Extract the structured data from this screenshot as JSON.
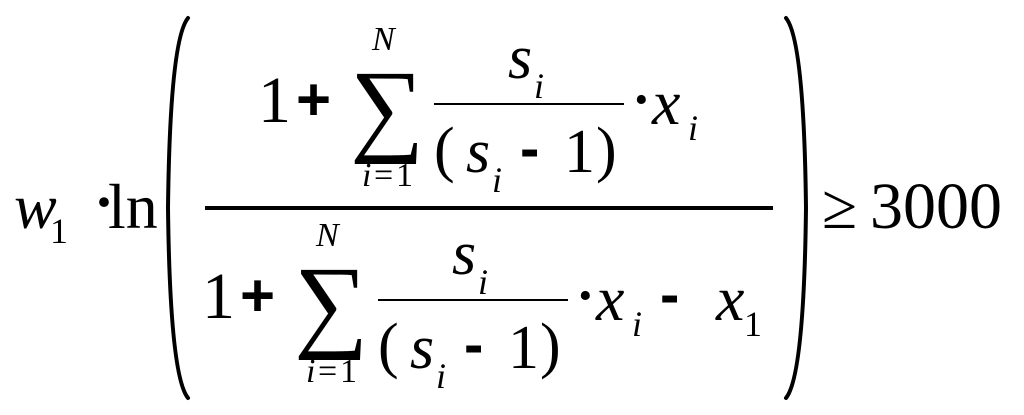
{
  "formula": {
    "lhs": {
      "w": "w",
      "w_sub": "1",
      "dot": "·",
      "ln": "ln"
    },
    "numerator": {
      "one": "1",
      "plus": "+",
      "sigma": "∑",
      "upper_limit": "N",
      "lower_index": "i",
      "lower_eq": "=",
      "lower_one": "1",
      "frac_num_var": "s",
      "frac_num_sub": "i",
      "frac_den_open": "(",
      "frac_den_var": "s",
      "frac_den_sub": "i",
      "frac_den_minus": "-",
      "frac_den_one": "1",
      "frac_den_close": ")",
      "dot": "·",
      "x": "x",
      "x_sub": "i"
    },
    "denominator": {
      "one": "1",
      "plus": "+",
      "sigma": "∑",
      "upper_limit": "N",
      "lower_index": "i",
      "lower_eq": "=",
      "lower_one": "1",
      "frac_num_var": "s",
      "frac_num_sub": "i",
      "frac_den_open": "(",
      "frac_den_var": "s",
      "frac_den_sub": "i",
      "frac_den_minus": "-",
      "frac_den_one": "1",
      "frac_den_close": ")",
      "dot": "·",
      "x": "x",
      "x_sub": "i",
      "minus": "-",
      "x1": "x",
      "x1_sub": "1"
    },
    "relation": "≥",
    "rhs": "3000"
  }
}
